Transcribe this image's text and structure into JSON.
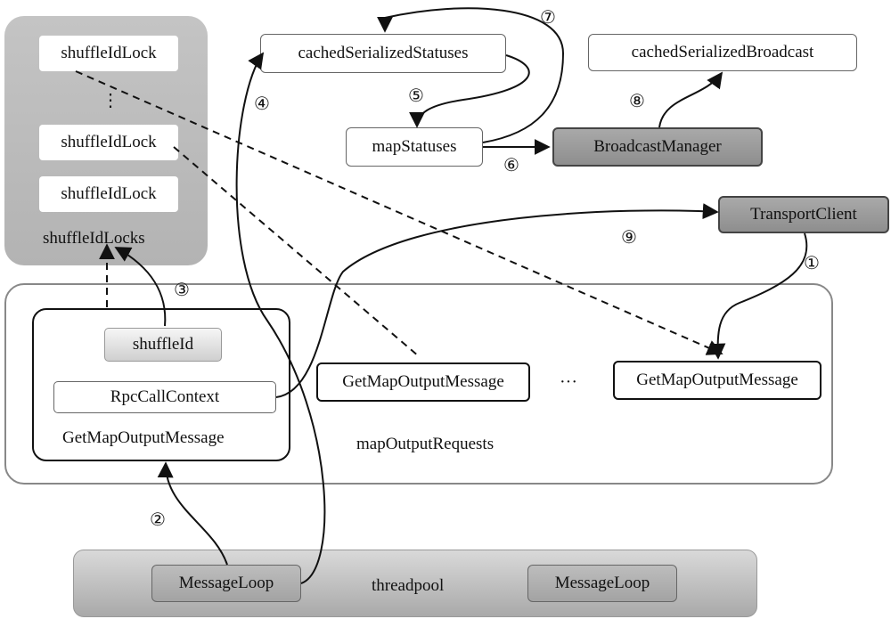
{
  "locks_panel": {
    "items": [
      "shuffleIdLock",
      "shuffleIdLock",
      "shuffleIdLock"
    ],
    "ellipsis": "⋮",
    "title": "shuffleIdLocks"
  },
  "cache": {
    "serialized_statuses": "cachedSerializedStatuses",
    "serialized_broadcast": "cachedSerializedBroadcast",
    "map_statuses": "mapStatuses",
    "broadcast_manager": "BroadcastManager"
  },
  "transport_client": "TransportClient",
  "requests_panel": {
    "title": "mapOutputRequests",
    "message_box": {
      "shuffle_id": "shuffleId",
      "rpc_context": "RpcCallContext",
      "label": "GetMapOutputMessage"
    },
    "message_2": "GetMapOutputMessage",
    "ellipsis": "···",
    "message_3": "GetMapOutputMessage"
  },
  "threadpool": {
    "title": "threadpool",
    "loop_left": "MessageLoop",
    "loop_right": "MessageLoop"
  },
  "steps": {
    "s1": "①",
    "s2": "②",
    "s3": "③",
    "s4": "④",
    "s5": "⑤",
    "s6": "⑥",
    "s7": "⑦",
    "s8": "⑧",
    "s9": "⑨"
  }
}
